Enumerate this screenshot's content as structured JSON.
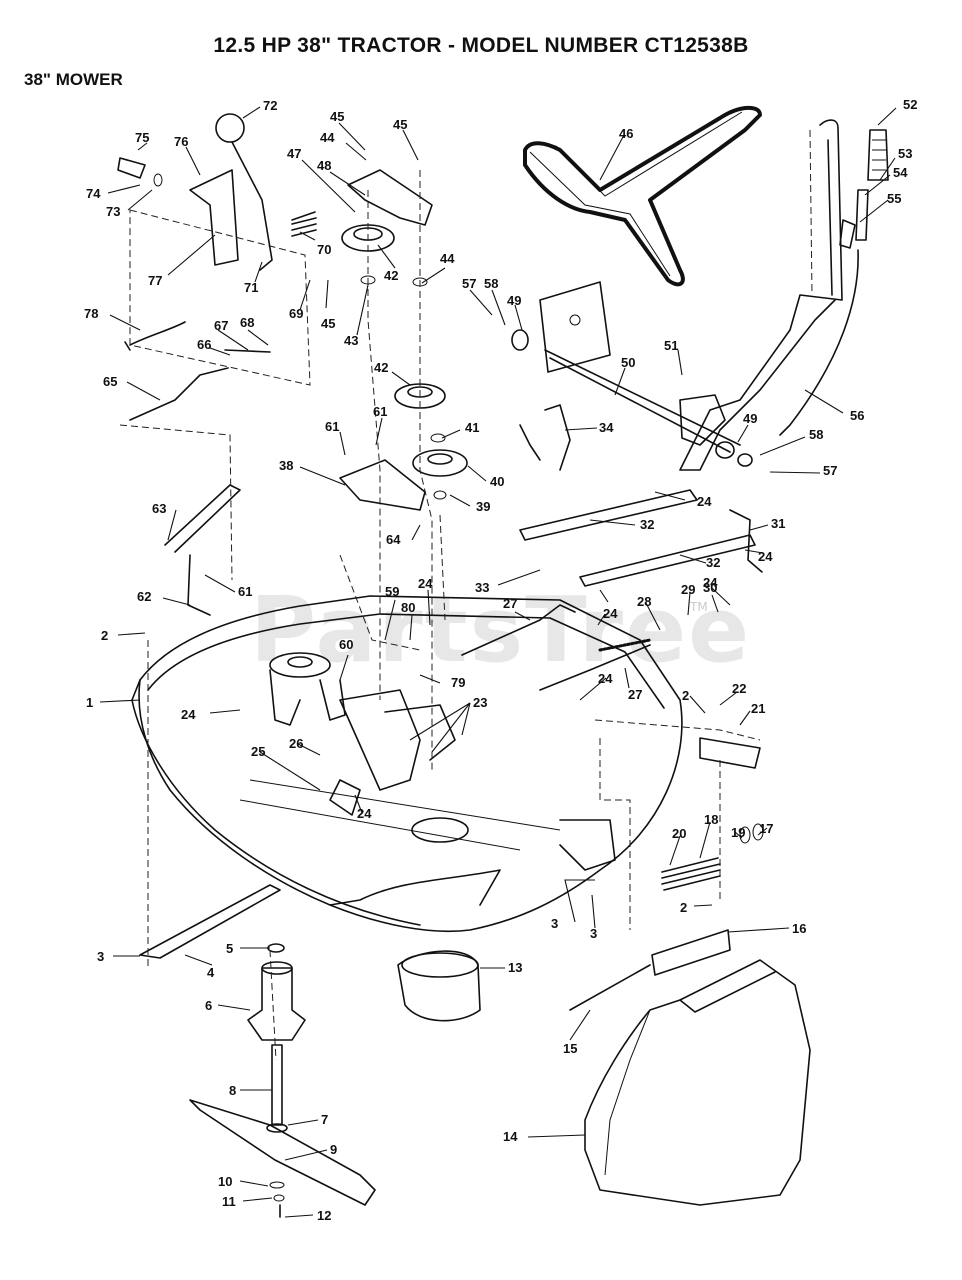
{
  "page": {
    "title": "12.5 HP 38\" TRACTOR - MODEL NUMBER CT12538B",
    "section": "38\" MOWER",
    "watermark": "PartsTree",
    "watermark_tm": "TM"
  },
  "callouts": [
    {
      "id": "c75",
      "label": "75"
    },
    {
      "id": "c76",
      "label": "76"
    },
    {
      "id": "c72",
      "label": "72"
    },
    {
      "id": "c74",
      "label": "74"
    },
    {
      "id": "c73",
      "label": "73"
    },
    {
      "id": "c77",
      "label": "77"
    },
    {
      "id": "c71",
      "label": "71"
    },
    {
      "id": "c70",
      "label": "70"
    },
    {
      "id": "c69",
      "label": "69"
    },
    {
      "id": "c45a",
      "label": "45"
    },
    {
      "id": "c44a",
      "label": "44"
    },
    {
      "id": "c45b",
      "label": "45"
    },
    {
      "id": "c47",
      "label": "47"
    },
    {
      "id": "c48",
      "label": "48"
    },
    {
      "id": "c42a",
      "label": "42"
    },
    {
      "id": "c44b",
      "label": "44"
    },
    {
      "id": "c43",
      "label": "43"
    },
    {
      "id": "c45c",
      "label": "45"
    },
    {
      "id": "c46",
      "label": "46"
    },
    {
      "id": "c52",
      "label": "52"
    },
    {
      "id": "c53",
      "label": "53"
    },
    {
      "id": "c54",
      "label": "54"
    },
    {
      "id": "c55",
      "label": "55"
    },
    {
      "id": "c57a",
      "label": "57"
    },
    {
      "id": "c58a",
      "label": "58"
    },
    {
      "id": "c49a",
      "label": "49"
    },
    {
      "id": "c51",
      "label": "51"
    },
    {
      "id": "c50",
      "label": "50"
    },
    {
      "id": "c56",
      "label": "56"
    },
    {
      "id": "c49b",
      "label": "49"
    },
    {
      "id": "c58b",
      "label": "58"
    },
    {
      "id": "c57b",
      "label": "57"
    },
    {
      "id": "c78",
      "label": "78"
    },
    {
      "id": "c67",
      "label": "67"
    },
    {
      "id": "c68",
      "label": "68"
    },
    {
      "id": "c66",
      "label": "66"
    },
    {
      "id": "c65",
      "label": "65"
    },
    {
      "id": "c42b",
      "label": "42"
    },
    {
      "id": "c41",
      "label": "41"
    },
    {
      "id": "c61a",
      "label": "61"
    },
    {
      "id": "c61b",
      "label": "61"
    },
    {
      "id": "c40",
      "label": "40"
    },
    {
      "id": "c38",
      "label": "38"
    },
    {
      "id": "c39",
      "label": "39"
    },
    {
      "id": "c34",
      "label": "34"
    },
    {
      "id": "c24a",
      "label": "24"
    },
    {
      "id": "c32a",
      "label": "32"
    },
    {
      "id": "c31",
      "label": "31"
    },
    {
      "id": "c63",
      "label": "63"
    },
    {
      "id": "c64",
      "label": "64"
    },
    {
      "id": "c32b",
      "label": "32"
    },
    {
      "id": "c24b",
      "label": "24"
    },
    {
      "id": "c33",
      "label": "33"
    },
    {
      "id": "c61c",
      "label": "61"
    },
    {
      "id": "c24c",
      "label": "24"
    },
    {
      "id": "c59",
      "label": "59"
    },
    {
      "id": "c62",
      "label": "62"
    },
    {
      "id": "c80",
      "label": "80"
    },
    {
      "id": "c27a",
      "label": "27"
    },
    {
      "id": "c24d",
      "label": "24"
    },
    {
      "id": "c29",
      "label": "29"
    },
    {
      "id": "c30",
      "label": "30"
    },
    {
      "id": "c24e",
      "label": "24"
    },
    {
      "id": "c28",
      "label": "28"
    },
    {
      "id": "c2a",
      "label": "2"
    },
    {
      "id": "c60",
      "label": "60"
    },
    {
      "id": "c79",
      "label": "79"
    },
    {
      "id": "c27b",
      "label": "27"
    },
    {
      "id": "c1",
      "label": "1"
    },
    {
      "id": "c24f",
      "label": "24"
    },
    {
      "id": "c2b",
      "label": "2"
    },
    {
      "id": "c22",
      "label": "22"
    },
    {
      "id": "c23",
      "label": "23"
    },
    {
      "id": "c21",
      "label": "21"
    },
    {
      "id": "c24g",
      "label": "24"
    },
    {
      "id": "c25",
      "label": "25"
    },
    {
      "id": "c26",
      "label": "26"
    },
    {
      "id": "c24h",
      "label": "24"
    },
    {
      "id": "c19",
      "label": "19"
    },
    {
      "id": "c17",
      "label": "17"
    },
    {
      "id": "c20",
      "label": "20"
    },
    {
      "id": "c18",
      "label": "18"
    },
    {
      "id": "c2c",
      "label": "2"
    },
    {
      "id": "c3a",
      "label": "3"
    },
    {
      "id": "c3b",
      "label": "3"
    },
    {
      "id": "c16",
      "label": "16"
    },
    {
      "id": "c5",
      "label": "5"
    },
    {
      "id": "c3c",
      "label": "3"
    },
    {
      "id": "c4",
      "label": "4"
    },
    {
      "id": "c13",
      "label": "13"
    },
    {
      "id": "c6",
      "label": "6"
    },
    {
      "id": "c15",
      "label": "15"
    },
    {
      "id": "c8",
      "label": "8"
    },
    {
      "id": "c7",
      "label": "7"
    },
    {
      "id": "c14",
      "label": "14"
    },
    {
      "id": "c9",
      "label": "9"
    },
    {
      "id": "c10",
      "label": "10"
    },
    {
      "id": "c11",
      "label": "11"
    },
    {
      "id": "c12",
      "label": "12"
    }
  ]
}
